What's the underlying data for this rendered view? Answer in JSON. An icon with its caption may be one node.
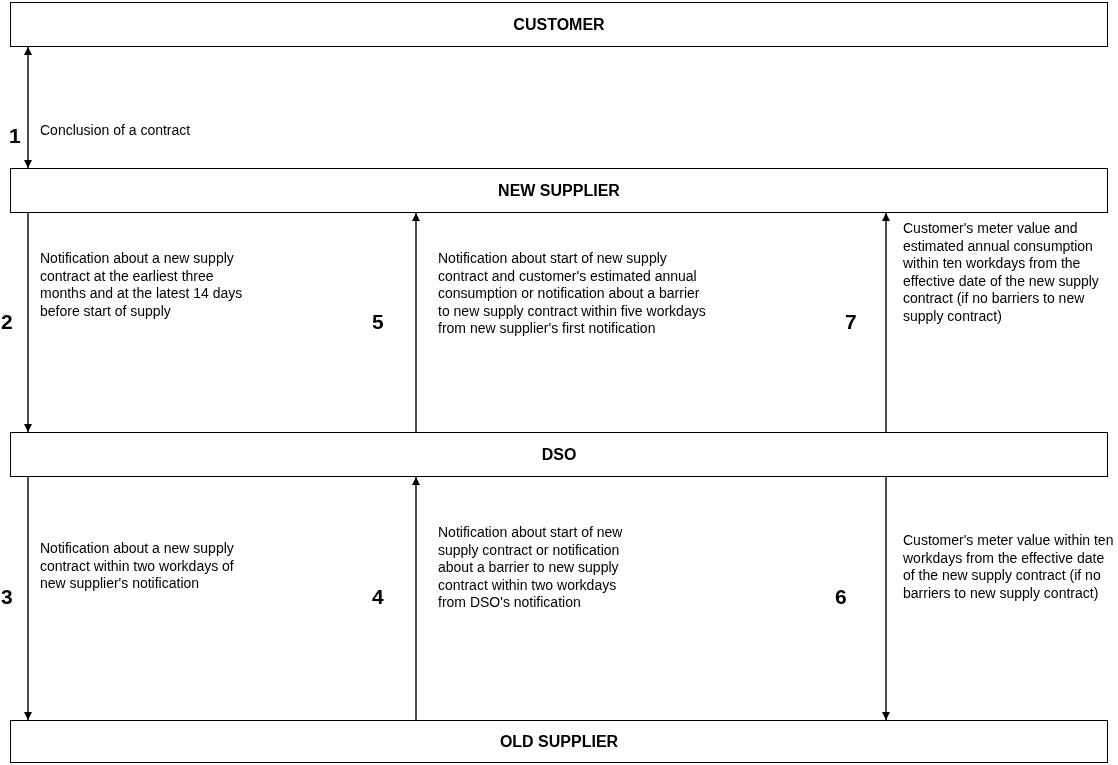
{
  "diagram": {
    "nodes": [
      {
        "text": [
          "CUSTOMER"
        ]
      },
      {
        "text": [
          "NEW SUPPLIER"
        ]
      },
      {
        "text": [
          "DSO"
        ]
      },
      {
        "text": [
          "OLD SUPPLIER"
        ]
      }
    ],
    "edges": [
      {
        "from": 0,
        "to": 1,
        "arrow": "both",
        "label": "Conclusion of a contract"
      },
      {
        "from": 1,
        "to": 2,
        "arrow": "to",
        "label": "Notification about a new supply contract at the earliest three months and at the latest 14 days before start of supply"
      },
      {
        "from": 2,
        "to": 1,
        "arrow": "to",
        "label": "Notification about start of new supply contract and customer's estimated annual consumption or notification about a barrier to new supply contract within five workdays from new supplier's first notification"
      },
      {
        "from": 2,
        "to": 1,
        "arrow": "to",
        "label": "Customer's meter value and estimated annual consumption within ten workdays from the effective date of the new supply contract (if no barriers to new supply contract)"
      },
      {
        "from": 2,
        "to": 3,
        "arrow": "to",
        "label": "Notification about a new supply contract within two workdays of new supplier's notification"
      },
      {
        "from": 3,
        "to": 2,
        "arrow": "to",
        "label": "Notification about start of new supply contract or notification about a barrier to new supply contract within two workdays from DSO's notification"
      },
      {
        "from": 2,
        "to": 3,
        "arrow": "to",
        "label": "Customer's meter value within ten workdays from the effective date of the new supply contract (if no barriers to new supply contract)"
      }
    ],
    "labels": [
      "1",
      "2",
      "5",
      "7",
      "3",
      "4",
      "6"
    ]
  }
}
